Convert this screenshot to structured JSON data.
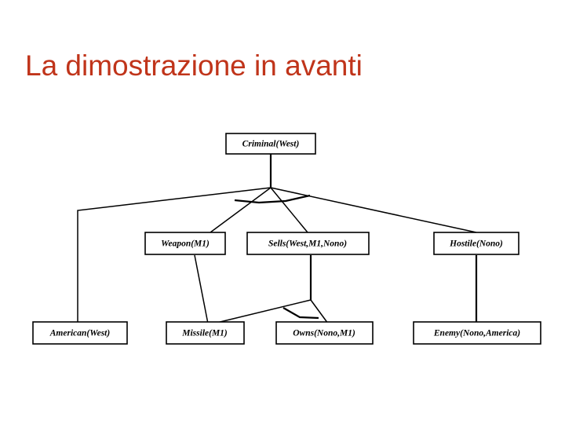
{
  "slide": {
    "title": "La dimostrazione in avanti",
    "title_color": "#C0341A",
    "background_color": "#ffffff"
  },
  "diagram": {
    "name": "forward-chaining-proof-tree",
    "line_color": "#000000",
    "node_fill": "#ffffff",
    "levels": [
      {
        "level": 0,
        "nodes": [
          {
            "id": "criminal-west",
            "label": "Criminal(West)"
          }
        ]
      },
      {
        "level": 1,
        "nodes": [
          {
            "id": "weapon-m1",
            "label": "Weapon(M1)"
          },
          {
            "id": "sells-west-m1-nono",
            "label": "Sells(West,M1,Nono)"
          },
          {
            "id": "hostile-nono",
            "label": "Hostile(Nono)"
          }
        ]
      },
      {
        "level": 2,
        "nodes": [
          {
            "id": "american-west",
            "label": "American(West)"
          },
          {
            "id": "missile-m1",
            "label": "Missile(M1)"
          },
          {
            "id": "owns-nono-m1",
            "label": "Owns(Nono,M1)"
          },
          {
            "id": "enemy-nono-america",
            "label": "Enemy(Nono,America)"
          }
        ]
      }
    ],
    "edges": [
      {
        "from": "criminal-west",
        "to": "american-west"
      },
      {
        "from": "criminal-west",
        "to": "weapon-m1"
      },
      {
        "from": "criminal-west",
        "to": "sells-west-m1-nono"
      },
      {
        "from": "criminal-west",
        "to": "hostile-nono"
      },
      {
        "from": "weapon-m1",
        "to": "missile-m1"
      },
      {
        "from": "sells-west-m1-nono",
        "to": "missile-m1"
      },
      {
        "from": "sells-west-m1-nono",
        "to": "owns-nono-m1"
      },
      {
        "from": "hostile-nono",
        "to": "enemy-nono-america"
      }
    ],
    "conjunction_arcs": [
      {
        "at": "criminal-west"
      },
      {
        "at": "sells-west-m1-nono"
      }
    ]
  }
}
